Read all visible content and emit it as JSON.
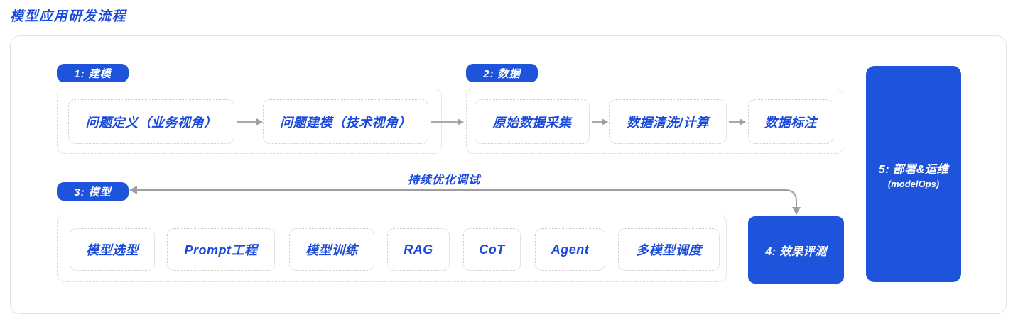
{
  "title": "模型应用研发流程",
  "colors": {
    "primary": "#1E53DC",
    "text_blue": "#1A4ADB",
    "arrow_gray": "#9E9E9E",
    "dashed_border": "#C9C9C9",
    "frame_border": "#E2E2E2"
  },
  "stages": {
    "modeling": {
      "badge": "1: 建模",
      "steps": [
        "问题定义（业务视角）",
        "问题建模（技术视角）"
      ]
    },
    "data": {
      "badge": "2: 数据",
      "steps": [
        "原始数据采集",
        "数据清洗/计算",
        "数据标注"
      ]
    },
    "model": {
      "badge": "3: 模型",
      "steps": [
        "模型选型",
        "Prompt工程",
        "模型训练",
        "RAG",
        "CoT",
        "Agent",
        "多模型调度"
      ]
    },
    "evaluation": {
      "label": "4: 效果评测"
    },
    "deployment": {
      "label": "5: 部署&运维",
      "sublabel": "(modelOps)"
    }
  },
  "feedback_loop": {
    "label": "持续优化调试"
  }
}
